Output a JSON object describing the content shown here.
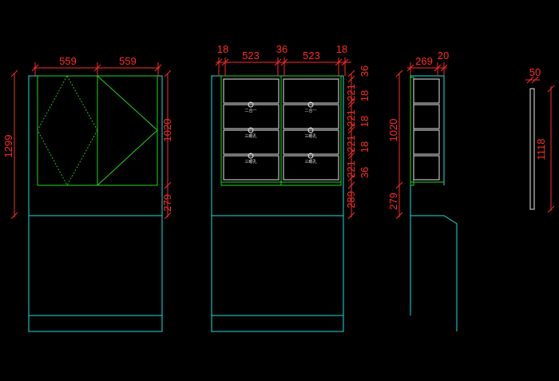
{
  "colors": {
    "background": "#000000",
    "dimension": "#ff2a2a",
    "outline": "#19e0e0",
    "door": "#22d322",
    "drawer": "#e6e6e6"
  },
  "views": {
    "front": {
      "widths": [
        "559",
        "559"
      ],
      "height_total": "1299",
      "height_upper": "1020",
      "height_lower": "279"
    },
    "interior": {
      "widths": [
        "18",
        "523",
        "36",
        "523",
        "18"
      ],
      "heights": [
        "36",
        "221",
        "18",
        "221",
        "18",
        "221",
        "18",
        "221",
        "36",
        "289"
      ],
      "drawer_labels": [
        "二合一",
        "二合一",
        "三眼孔",
        "三眼孔",
        "三眼孔",
        "三眼孔"
      ]
    },
    "side": {
      "widths": [
        "269",
        "20"
      ],
      "height_upper": "1020",
      "height_lower": "279"
    },
    "panel": {
      "width": "50",
      "height": "1118"
    }
  }
}
